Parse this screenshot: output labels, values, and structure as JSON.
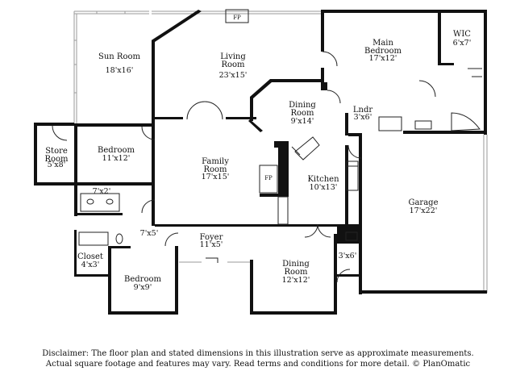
{
  "rooms": {
    "sun_room": {
      "name": "Sun\nRoom",
      "dim": "18'x16'"
    },
    "living_room": {
      "name": "Living\nRoom",
      "dim": "23'x15'"
    },
    "main_bedroom": {
      "name": "Main\nBedroom",
      "dim": "17'x12'"
    },
    "wic": {
      "name": "WIC",
      "dim": "6'x7'"
    },
    "store_room": {
      "name": "Store\nRoom",
      "dim": "5'x8'"
    },
    "bedroom_1": {
      "name": "Bedroom",
      "dim": "11'x12'"
    },
    "dining_room_1": {
      "name": "Dining\nRoom",
      "dim": "9'x14'"
    },
    "laundry": {
      "name": "Lndr",
      "dim": "3'x6'"
    },
    "family_room": {
      "name": "Family\nRoom",
      "dim": "17'x15'"
    },
    "kitchen": {
      "name": "Kitchen",
      "dim": "10'x13'"
    },
    "garage": {
      "name": "Garage",
      "dim": "17'x22'"
    },
    "bath_1": {
      "dim": "7'x2'"
    },
    "bath_2": {
      "dim": "7'x5'"
    },
    "foyer": {
      "name": "Foyer",
      "dim": "11'x5'"
    },
    "closet": {
      "name": "Closet",
      "dim": "4'x3'"
    },
    "bedroom_2": {
      "name": "Bedroom",
      "dim": "9'x9'"
    },
    "dining_room_2": {
      "name": "Dining\nRoom",
      "dim": "12'x12'"
    },
    "storage": {
      "dim": "3'x6'"
    }
  },
  "fireplaces": {
    "top": "FP",
    "family": "FP"
  },
  "disclaimer": {
    "line1": "Disclaimer: The floor plan and stated dimensions in this illustration serve as approximate measurements.",
    "line2": "Actual square footage and features may vary. Read terms and conditions for more detail. © PlanOmatic"
  }
}
